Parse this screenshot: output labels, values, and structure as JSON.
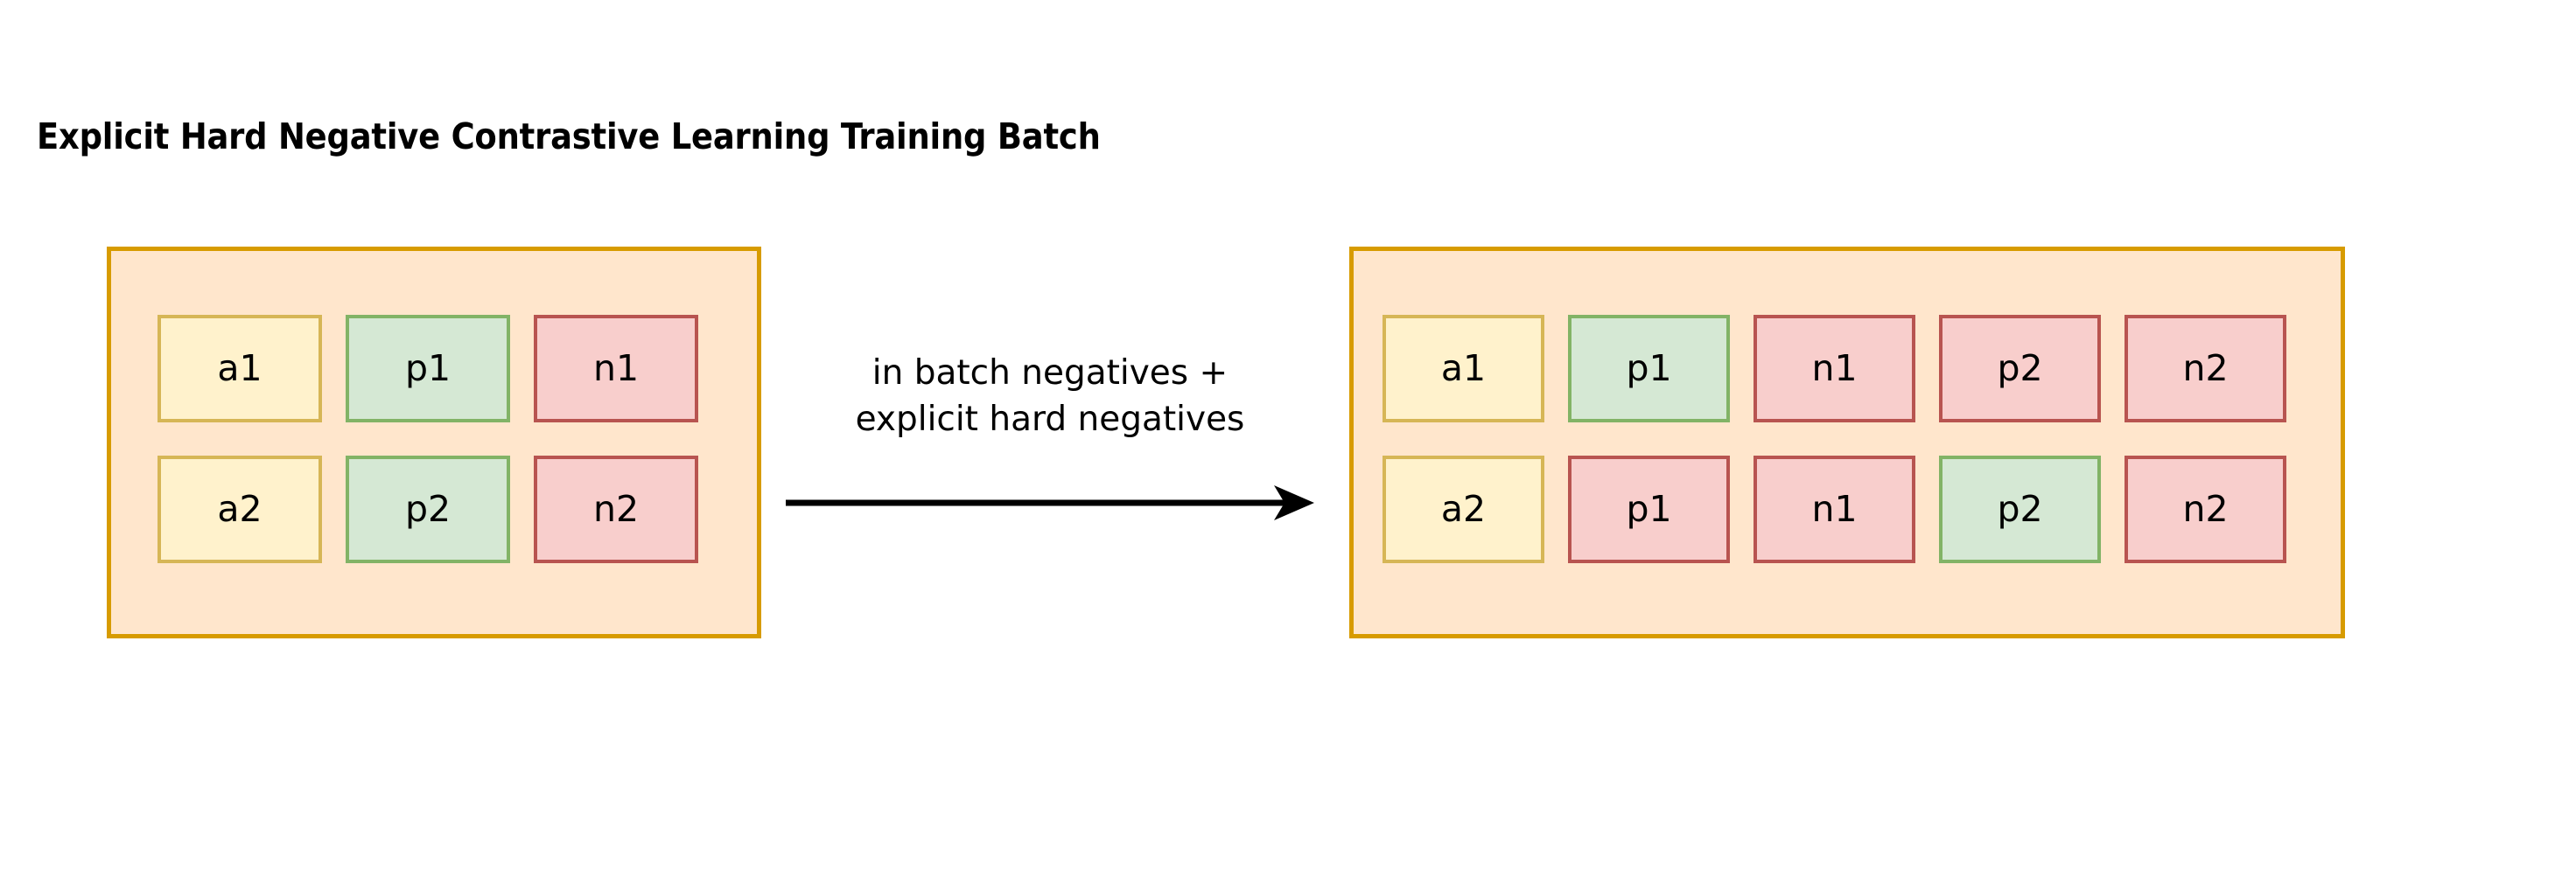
{
  "title": "Explicit Hard Negative Contrastive Learning Training Batch",
  "colors": {
    "container_fill": "#ffe6cc",
    "container_border": "#d79b00",
    "anchor_fill": "#fff2cc",
    "anchor_border": "#d6b656",
    "positive_fill": "#d5e8d4",
    "positive_border": "#82b366",
    "negative_fill": "#f8cecc",
    "negative_border": "#b85450",
    "text": "#000000",
    "arrow": "#000000",
    "background": "#ffffff"
  },
  "left_batch": {
    "name": "original-batch",
    "rows": [
      {
        "row_label": "row-1",
        "cells": [
          {
            "label": "a1",
            "kind": "anchor"
          },
          {
            "label": "p1",
            "kind": "positive"
          },
          {
            "label": "n1",
            "kind": "negative"
          }
        ]
      },
      {
        "row_label": "row-2",
        "cells": [
          {
            "label": "a2",
            "kind": "anchor"
          },
          {
            "label": "p2",
            "kind": "positive"
          },
          {
            "label": "n2",
            "kind": "negative"
          }
        ]
      }
    ]
  },
  "transition": {
    "label_line_1": "in batch negatives +",
    "label_line_2": "explicit hard negatives",
    "arrow_direction": "right"
  },
  "right_batch": {
    "name": "expanded-batch",
    "rows": [
      {
        "row_label": "row-1",
        "cells": [
          {
            "label": "a1",
            "kind": "anchor"
          },
          {
            "label": "p1",
            "kind": "positive"
          },
          {
            "label": "n1",
            "kind": "negative"
          },
          {
            "label": "p2",
            "kind": "negative"
          },
          {
            "label": "n2",
            "kind": "negative"
          }
        ]
      },
      {
        "row_label": "row-2",
        "cells": [
          {
            "label": "a2",
            "kind": "anchor"
          },
          {
            "label": "p1",
            "kind": "negative"
          },
          {
            "label": "n1",
            "kind": "negative"
          },
          {
            "label": "p2",
            "kind": "positive"
          },
          {
            "label": "n2",
            "kind": "negative"
          }
        ]
      }
    ]
  }
}
